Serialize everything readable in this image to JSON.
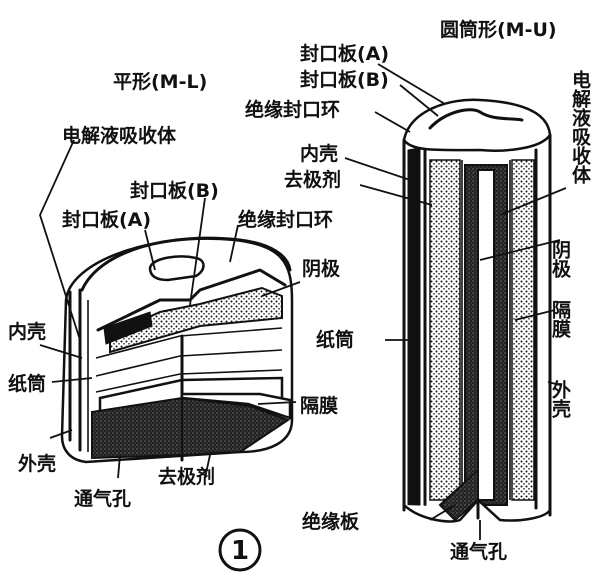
{
  "flat_cell": {
    "type_label": "平形(M-L)",
    "labels": {
      "electrolyte_absorber": "电解液吸收体",
      "seal_plate_b": "封口板(B)",
      "seal_plate_a": "封口板(A)",
      "insulating_seal_ring": "绝缘封口环",
      "cathode": "阴极",
      "inner_shell": "内壳",
      "paper_tube": "纸筒",
      "separator": "隔膜",
      "outer_shell": "外壳",
      "vent_hole": "通气孔",
      "depolarizer": "去极剂"
    }
  },
  "cylindrical_cell": {
    "type_label": "圆筒形(M-U)",
    "labels": {
      "seal_plate_a": "封口板(A)",
      "seal_plate_b": "封口板(B)",
      "insulating_seal_ring": "绝缘封口环",
      "inner_shell": "内壳",
      "depolarizer": "去极剂",
      "paper_tube": "纸筒",
      "insulating_plate": "绝缘板",
      "vent_hole": "通气孔",
      "electrolyte_absorber": "电解液吸收体",
      "cathode": "阴极",
      "separator": "隔膜",
      "outer_shell": "外壳"
    }
  },
  "figure_number": "1"
}
